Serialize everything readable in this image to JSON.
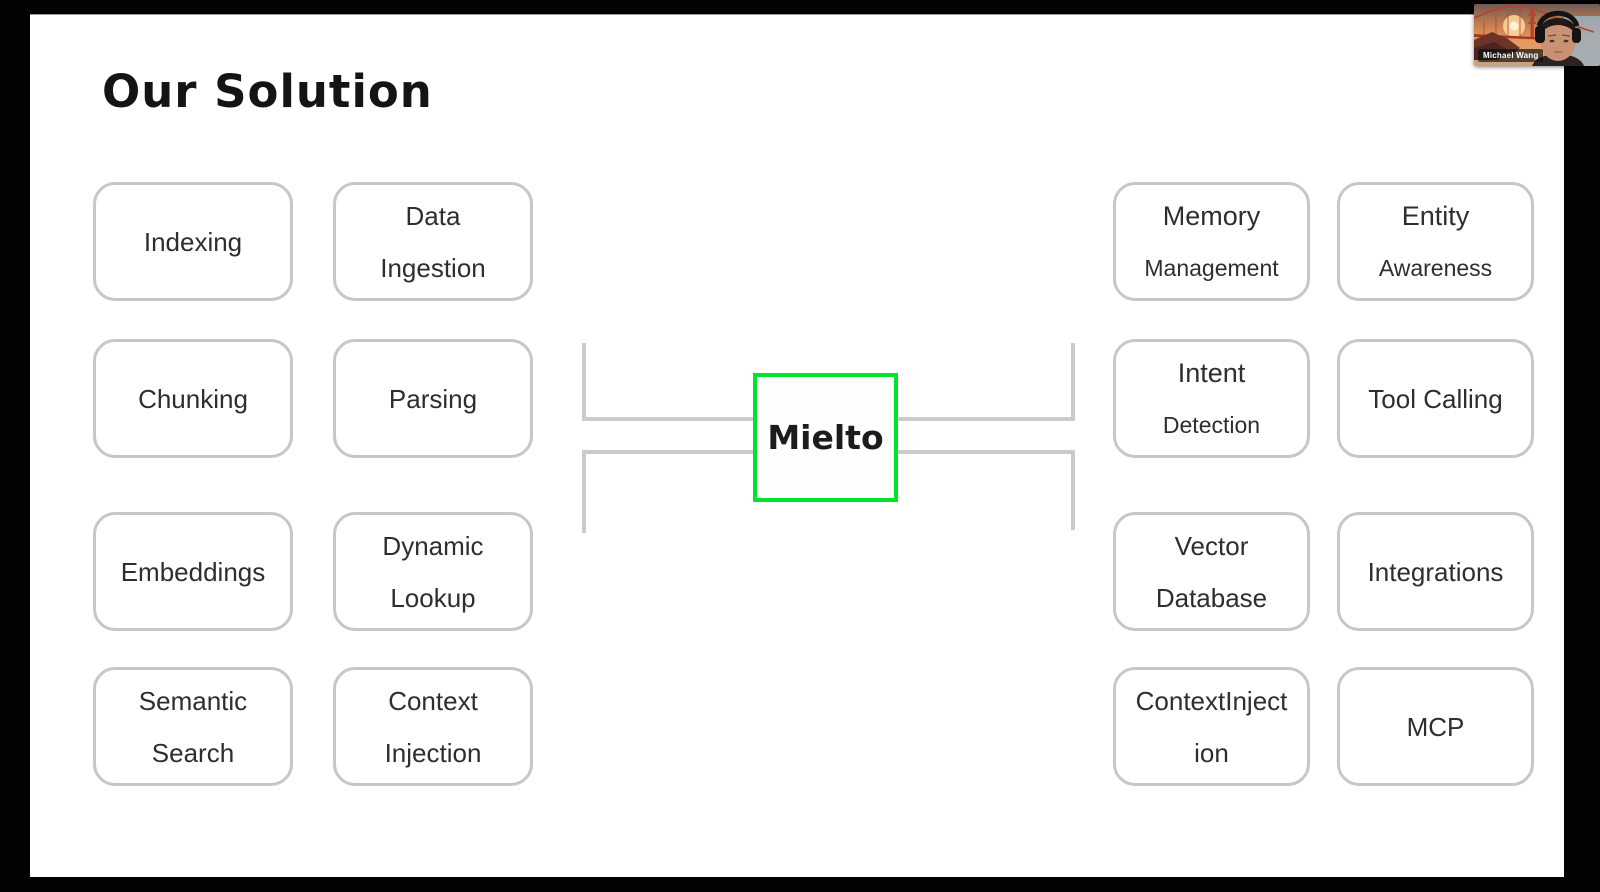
{
  "slide": {
    "title": "Our Solution",
    "diagram": {
      "center": {
        "label": "Mielto",
        "accent_color": "#00e52c"
      },
      "box_border_color": "#c7c7c7",
      "connector_color": "#cbcbcb",
      "columns": [
        {
          "id": "left-outer",
          "boxes": [
            {
              "lines": [
                "Indexing"
              ]
            },
            {
              "lines": [
                "Chunking"
              ]
            },
            {
              "lines": [
                "Embeddings"
              ]
            },
            {
              "lines": [
                "Semantic",
                "Search"
              ]
            }
          ]
        },
        {
          "id": "left-inner",
          "boxes": [
            {
              "lines": [
                "Data",
                "Ingestion"
              ]
            },
            {
              "lines": [
                "Parsing"
              ]
            },
            {
              "lines": [
                "Dynamic",
                "Lookup"
              ]
            },
            {
              "lines": [
                "Context",
                "Injection"
              ]
            }
          ]
        },
        {
          "id": "right-inner",
          "boxes": [
            {
              "lines": [
                "Memory",
                "Management"
              ],
              "first_line_large": true
            },
            {
              "lines": [
                "Intent",
                "Detection"
              ],
              "first_line_large": true
            },
            {
              "lines": [
                "Vector",
                "Database"
              ]
            },
            {
              "lines": [
                "ContextInject",
                "ion"
              ]
            }
          ]
        },
        {
          "id": "right-outer",
          "boxes": [
            {
              "lines": [
                "Entity",
                "Awareness"
              ],
              "first_line_large": true
            },
            {
              "lines": [
                "Tool Calling"
              ]
            },
            {
              "lines": [
                "Integrations"
              ]
            },
            {
              "lines": [
                "MCP"
              ]
            }
          ]
        }
      ]
    }
  },
  "webcam": {
    "participant_name": "Michael Wang"
  }
}
